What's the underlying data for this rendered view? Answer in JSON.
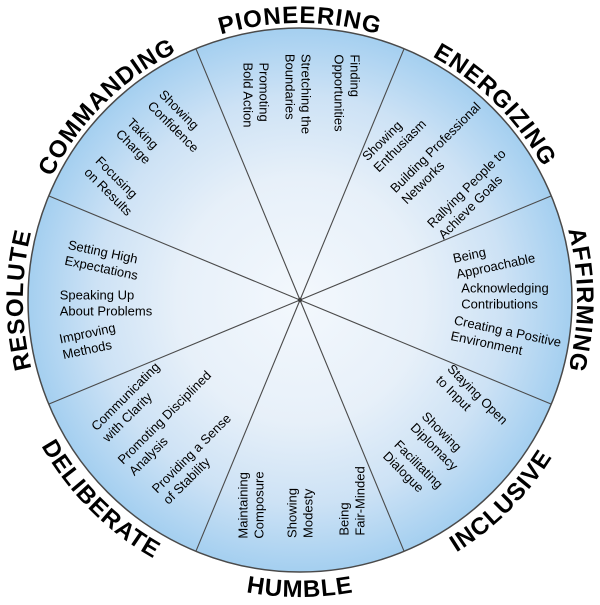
{
  "wheel": {
    "colors": {
      "edge_fill": "#a4cff0",
      "mid_fill": "#cde2f5",
      "center_fill": "#f3f8fd",
      "outline": "#4a4a4a",
      "divider_line": "#4a4a4a",
      "text": "#000000"
    },
    "sectors": [
      {
        "label": "PIONEERING",
        "items": [
          {
            "text": "Promoting Bold Action",
            "lines": [
              "Promoting",
              "Bold Action"
            ]
          },
          {
            "text": "Stretching the Boundaries",
            "lines": [
              "Stretching the",
              "Boundaries"
            ]
          },
          {
            "text": "Finding Opportunities",
            "lines": [
              "Finding",
              "Opportunities"
            ]
          }
        ]
      },
      {
        "label": "ENERGIZING",
        "items": [
          {
            "text": "Showing Enthusiasm",
            "lines": [
              "Showing",
              "Enthusiasm"
            ]
          },
          {
            "text": "Building Professional Networks",
            "lines": [
              "Building Professional",
              "Networks"
            ]
          },
          {
            "text": "Rallying People to Achieve Goals",
            "lines": [
              "Rallying People to",
              "Achieve Goals"
            ]
          }
        ]
      },
      {
        "label": "AFFIRMING",
        "items": [
          {
            "text": "Being Approachable",
            "lines": [
              "Being",
              "Approachable"
            ]
          },
          {
            "text": "Acknowledging Contributions",
            "lines": [
              "Acknowledging",
              "Contributions"
            ]
          },
          {
            "text": "Creating a Positive Environment",
            "lines": [
              "Creating a Positive",
              "Environment"
            ]
          }
        ]
      },
      {
        "label": "INCLUSIVE",
        "items": [
          {
            "text": "Staying Open to Input",
            "lines": [
              "Staying Open",
              "to Input"
            ]
          },
          {
            "text": "Showing Diplomacy",
            "lines": [
              "Showing",
              "Diplomacy"
            ]
          },
          {
            "text": "Facilitating Dialogue",
            "lines": [
              "Facilitating",
              "Dialogue"
            ]
          }
        ]
      },
      {
        "label": "HUMBLE",
        "items": [
          {
            "text": "Maintaining Composure",
            "lines": [
              "Maintaining",
              "Composure"
            ]
          },
          {
            "text": "Showing Modesty",
            "lines": [
              "Showing",
              "Modesty"
            ]
          },
          {
            "text": "Being Fair-Minded",
            "lines": [
              "Being",
              "Fair-Minded"
            ]
          }
        ]
      },
      {
        "label": "DELIBERATE",
        "items": [
          {
            "text": "Communicating with Clarity",
            "lines": [
              "Communicating",
              "with Clarity"
            ]
          },
          {
            "text": "Promoting Disciplined Analysis",
            "lines": [
              "Promoting Disciplined",
              "Analysis"
            ]
          },
          {
            "text": "Providing a Sense of Stability",
            "lines": [
              "Providing a Sense",
              "of Stability"
            ]
          }
        ]
      },
      {
        "label": "RESOLUTE",
        "items": [
          {
            "text": "Setting High Expectations",
            "lines": [
              "Setting High",
              "Expectations"
            ]
          },
          {
            "text": "Speaking Up About Problems",
            "lines": [
              "Speaking Up",
              "About Problems"
            ]
          },
          {
            "text": "Improving Methods",
            "lines": [
              "Improving",
              "Methods"
            ]
          }
        ]
      },
      {
        "label": "COMMANDING",
        "items": [
          {
            "text": "Showing Confidence",
            "lines": [
              "Showing",
              "Confidence"
            ]
          },
          {
            "text": "Taking Charge",
            "lines": [
              "Taking",
              "Charge"
            ]
          },
          {
            "text": "Focusing on Results",
            "lines": [
              "Focusing",
              "on Results"
            ]
          }
        ]
      }
    ]
  }
}
